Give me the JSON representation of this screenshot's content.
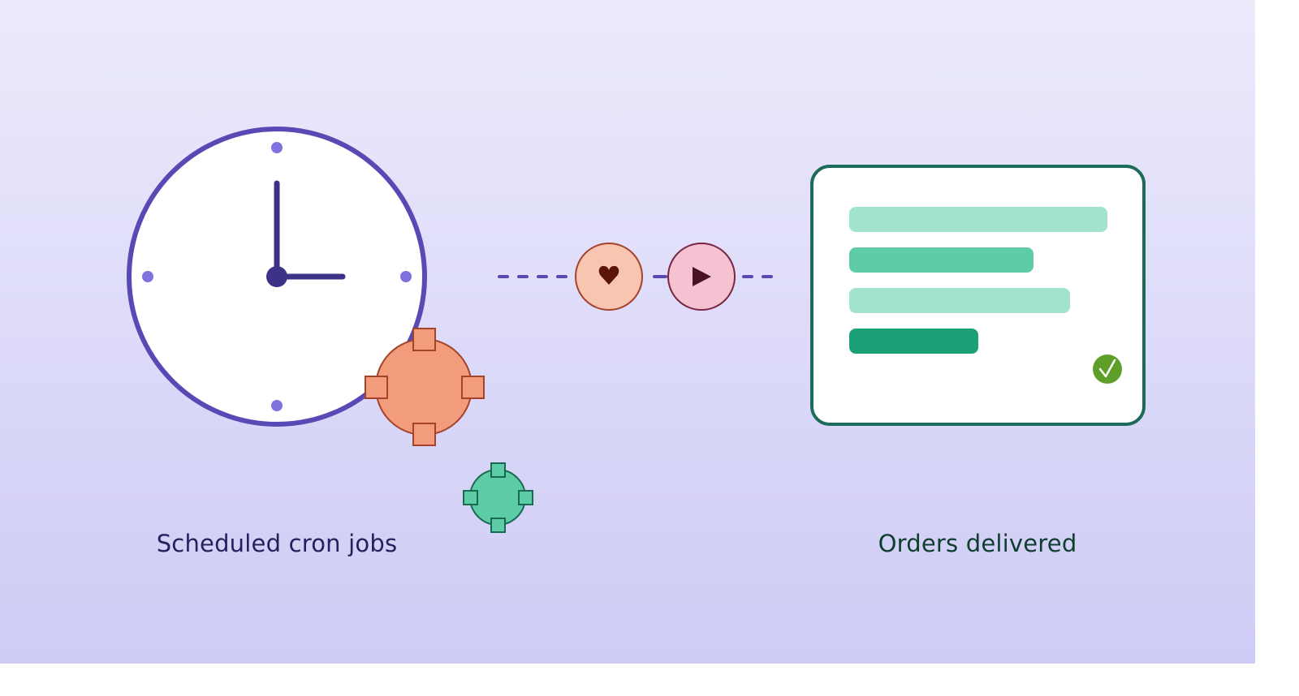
{
  "captions": {
    "left": "Scheduled cron jobs",
    "right": "Orders delivered"
  },
  "icons": {
    "clock": "clock-icon",
    "large_gear": "gear-icon",
    "small_gear": "gear-icon",
    "heart": "heart-icon",
    "play": "play-icon",
    "document": "document-icon",
    "check": "checkmark-icon"
  },
  "document": {
    "bar_lengths": [
      1.0,
      0.715,
      0.855,
      0.5
    ]
  },
  "colors": {
    "background_top": "#ECEBFC",
    "background_bottom": "#CECBF5",
    "clock_ring": "#5849B5",
    "clock_hands": "#3C3388",
    "clock_dots": "#8072DE",
    "connector": "#5849B5",
    "large_gear_fill": "#F29C7C",
    "large_gear_stroke": "#A5432A",
    "small_gear_fill": "#5ECCA6",
    "small_gear_stroke": "#186B52",
    "heart_fill": "#F7C5B0",
    "heart_stroke": "#A5432A",
    "heart_glyph": "#5A1508",
    "play_fill": "#F5C2D1",
    "play_stroke": "#7A2545",
    "play_glyph": "#4A1025",
    "doc_border": "#1D6B5A",
    "bar_light": "#A1E3CB",
    "bar_mid": "#5ECCA6",
    "bar_dark": "#1BA077",
    "check_fill": "#5E9F2A",
    "caption_left": "#25205E",
    "caption_right": "#0F3D30"
  }
}
